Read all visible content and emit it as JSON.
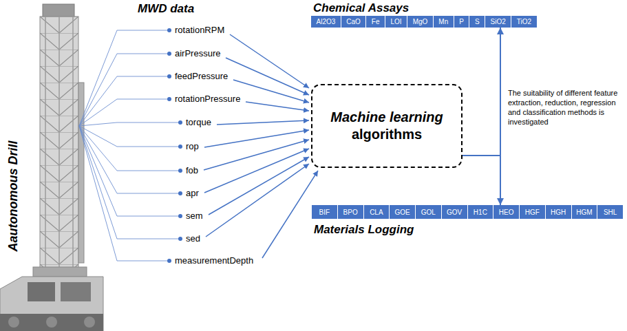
{
  "diagram": {
    "nodes": [
      {
        "text": [
          "Chemical Assays"
        ]
      },
      {
        "text": [
          "Al2O3"
        ],
        "in": 0
      },
      {
        "text": [
          "CaO"
        ],
        "in": 0
      },
      {
        "text": [
          "Fe"
        ],
        "in": 0
      },
      {
        "text": [
          "LOI"
        ],
        "in": 0
      },
      {
        "text": [
          "MgO"
        ],
        "in": 0
      },
      {
        "text": [
          "Mn"
        ],
        "in": 0
      },
      {
        "text": [
          "P"
        ],
        "in": 0
      },
      {
        "text": [
          "S"
        ],
        "in": 0
      },
      {
        "text": [
          "SiO2"
        ],
        "in": 0
      },
      {
        "text": [
          "TiO2"
        ],
        "in": 0
      },
      {
        "text": [
          "Machine learning",
          "algorithms"
        ]
      },
      {
        "text": [
          "Materials Logging"
        ]
      },
      {
        "text": [
          "BIF"
        ],
        "in": 12
      },
      {
        "text": [
          "BPO"
        ],
        "in": 12
      },
      {
        "text": [
          "CLA"
        ],
        "in": 12
      },
      {
        "text": [
          "GOE"
        ],
        "in": 12
      },
      {
        "text": [
          "GOL"
        ],
        "in": 12
      },
      {
        "text": [
          "GOV"
        ],
        "in": 12
      },
      {
        "text": [
          "H1C"
        ],
        "in": 12
      },
      {
        "text": [
          "HEO"
        ],
        "in": 12
      },
      {
        "text": [
          "HGF"
        ],
        "in": 12
      },
      {
        "text": [
          "HGH"
        ],
        "in": 12
      },
      {
        "text": [
          "HGM"
        ],
        "in": 12
      },
      {
        "text": [
          "SHL"
        ],
        "in": 12
      }
    ],
    "edges": [
      {
        "from": 11,
        "to": 0,
        "arrow": "to"
      },
      {
        "from": 11,
        "to": 12,
        "arrow": "to"
      }
    ],
    "labels": [
      "MWD data",
      "rotationRPM",
      "airPressure",
      "feedPressure",
      "rotationPressure",
      "torque",
      "rop",
      "fob",
      "apr",
      "sem",
      "sed",
      "measurementDepth",
      "Aautonomous Drill",
      "The suitability of different feature extraction, reduction, regression and classification methods is investigated"
    ]
  }
}
